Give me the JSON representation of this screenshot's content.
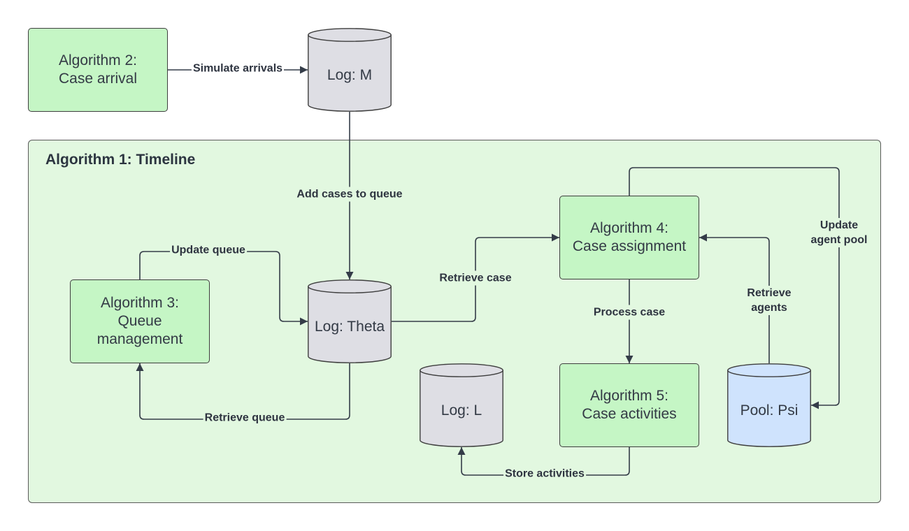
{
  "frame": {
    "title": "Algorithm 1: Timeline"
  },
  "nodes": {
    "alg2": "Algorithm 2:\nCase arrival",
    "alg3": "Algorithm 3:\nQueue\nmanagement",
    "alg4": "Algorithm 4:\nCase assignment",
    "alg5": "Algorithm 5:\nCase activities",
    "log_m": "Log: M",
    "log_theta": "Log: Theta",
    "log_l": "Log: L",
    "pool_psi": "Pool: Psi"
  },
  "edges": {
    "simulate_arrivals": "Simulate arrivals",
    "add_cases": "Add cases to queue",
    "update_queue": "Update queue",
    "retrieve_queue": "Retrieve queue",
    "retrieve_case": "Retrieve case",
    "process_case": "Process case",
    "store_activities": "Store activities",
    "retrieve_agents": "Retrieve\nagents",
    "update_agent_pool": "Update\nagent pool"
  },
  "colors": {
    "algorithm_box": "#c5f6c5",
    "timeline_frame": "#e2f8e0",
    "log_cylinder": "#dedee4",
    "pool_cylinder": "#cfe3fd",
    "connector": "#343c48"
  }
}
